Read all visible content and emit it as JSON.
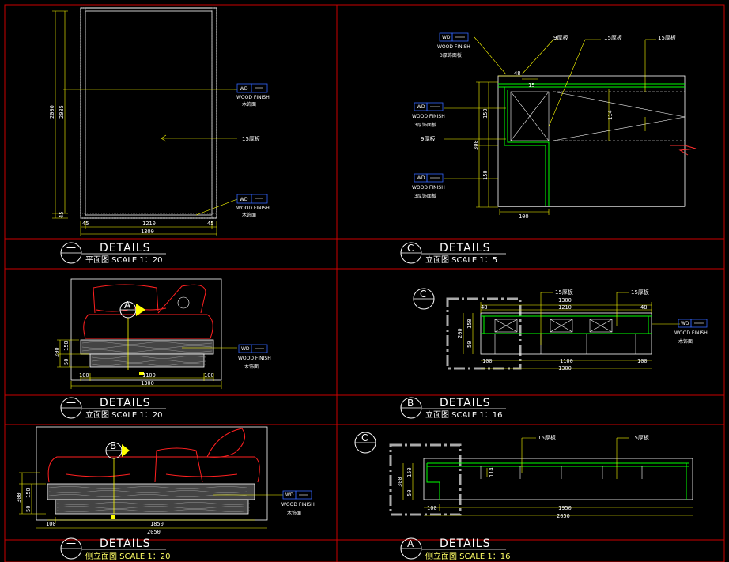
{
  "colors": {
    "frame": "#cc0000",
    "dim": "#ffff00",
    "wood": "#00ff00",
    "cushion": "#ff2020",
    "outline": "#ffffff",
    "tag": "#3366ff",
    "grey": "#aaaaaa"
  },
  "panels": {
    "p1": {
      "title": "DETAILS",
      "badge": "一",
      "sub": "平面图 SCALE 1：20",
      "dims": {
        "w1": "45",
        "w2": "1210",
        "w3": "45",
        "total": "1300",
        "h1": "2000",
        "h2": "2085",
        "h3": "45"
      },
      "tag1": {
        "code": "WD",
        "finish": "WOOD FINISH",
        "cn": "木饰面"
      },
      "tag2": {
        "code": "WD",
        "finish": "WOOD FINISH",
        "cn": "木饰面"
      },
      "board": "15厚板"
    },
    "p2": {
      "title": "DETAILS",
      "badge": "C",
      "sub": "立面图 SCALE 1：5",
      "top_labels": [
        "9厚板",
        "15厚板",
        "15厚板"
      ],
      "tag1": {
        "code": "WD",
        "finish": "WOOD FINISH",
        "cn": "3厚饰面板"
      },
      "tag2": {
        "code": "WD",
        "finish": "WOOD FINISH",
        "cn": "3厚饰面板"
      },
      "tag3": {
        "code": "WD",
        "finish": "WOOD FINISH",
        "cn": "3厚饰面板"
      },
      "side_board": "9厚板",
      "dims": {
        "a": "48",
        "b": "15",
        "c": "150",
        "d": "300",
        "e": "150",
        "f": "114",
        "g": "100"
      }
    },
    "p3": {
      "title": "DETAILS",
      "badge": "一",
      "sub": "立面图 SCALE 1：20",
      "marker": "A",
      "tag": {
        "code": "WD",
        "finish": "WOOD FINISH",
        "cn": "木饰面"
      },
      "dims": {
        "h1": "150",
        "h2": "200",
        "h3": "50",
        "w1": "100",
        "w2": "1100",
        "w3": "100",
        "total": "1300"
      }
    },
    "p4": {
      "title": "DETAILS",
      "badge": "B",
      "sub": "立面图 SCALE 1：16",
      "marker": "C",
      "labels": [
        "15厚板",
        "15厚板"
      ],
      "tag": {
        "code": "WD",
        "finish": "WOOD FINISH",
        "cn": "木饰面"
      },
      "dims": {
        "top": "1300",
        "t1": "48",
        "t2": "1210",
        "t3": "48",
        "v1": "200",
        "v2": "150",
        "v3": "50",
        "b1": "100",
        "b2": "1100",
        "b3": "100",
        "btotal": "1300"
      }
    },
    "p5": {
      "title": "DETAILS",
      "badge": "一",
      "sub": "侧立面图 SCALE 1：20",
      "marker": "B",
      "tag": {
        "code": "WD",
        "finish": "WOOD FINISH",
        "cn": "木饰面"
      },
      "dims": {
        "h1": "300",
        "h2": "150",
        "h3": "50",
        "w1": "100",
        "w2": "1850",
        "total": "2050"
      }
    },
    "p6": {
      "title": "DETAILS",
      "badge": "A",
      "sub": "侧立面图 SCALE 1：16",
      "marker": "C",
      "labels": [
        "15厚板",
        "15厚板"
      ],
      "dims": {
        "v1": "300",
        "v2": "150",
        "v3": "50",
        "f": "114",
        "b1": "100",
        "b2": "1950",
        "total": "2050"
      }
    }
  }
}
